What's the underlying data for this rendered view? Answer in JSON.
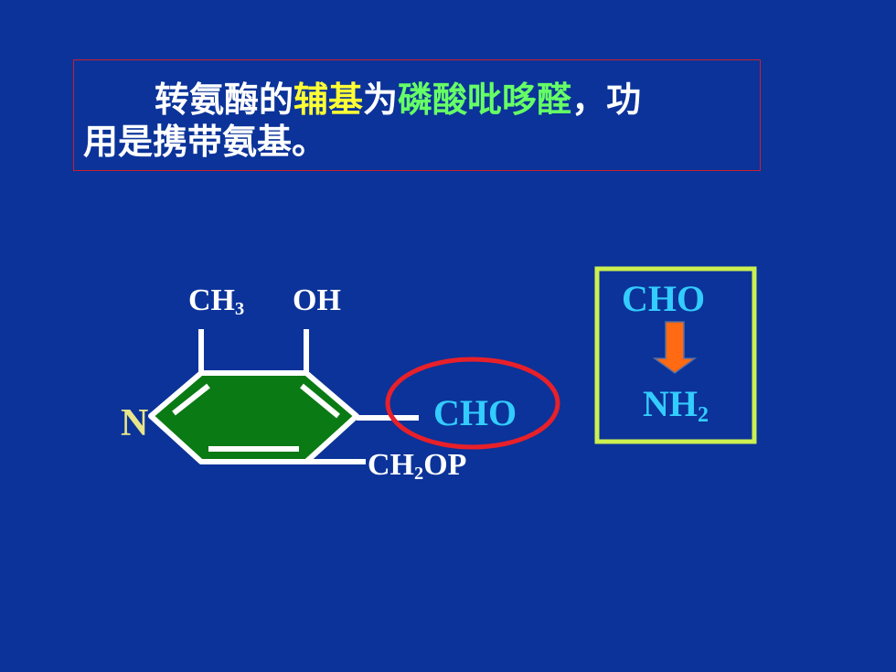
{
  "text_box": {
    "line1_part1": "转氨酶的",
    "line1_hl1": "辅基",
    "line1_part2": "为",
    "line1_hl2": "磷酸吡哆醛",
    "line1_part3": "，功",
    "line2": "用是携带氨基。"
  },
  "molecule": {
    "ch3": "CH",
    "ch3_sub": "3",
    "oh": "OH",
    "n": "N",
    "aldehyde": "CHO",
    "ch2op_a": "CH",
    "ch2op_sub": "2",
    "ch2op_b": "OP"
  },
  "conversion": {
    "from": "CHO",
    "to": "NH",
    "to_sub": "2"
  },
  "colors": {
    "background": "#0b3399",
    "ring_fill": "#0a7a14",
    "highlight_yellow": "#ffff33",
    "highlight_green": "#66ff66",
    "chem_blue": "#33ccff",
    "circle_red": "#e8202a",
    "box_border": "#ccf050",
    "arrow_orange": "#ff6a13"
  }
}
